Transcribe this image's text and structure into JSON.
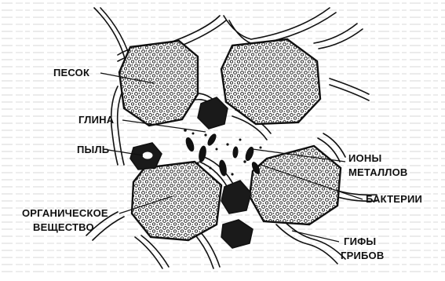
{
  "diagram": {
    "labels": {
      "sand": "ПЕСОК",
      "clay": "ГЛИНА",
      "dust": "ПЫЛЬ",
      "organic_line1": "ОРГАНИЧЕСКОЕ",
      "organic_line2": "ВЕЩЕСТВО",
      "metal_ions_line1": "ИОНЫ",
      "metal_ions_line2": "МЕТАЛЛОВ",
      "bacteria": "БАКТЕРИИ",
      "hyphae_line1": "ГИФЫ",
      "hyphae_line2": "ГРИБОВ"
    },
    "colors": {
      "ink": "#111111",
      "clay_fill": "#1a1a1a",
      "background": "#ffffff",
      "faded_text": "#d8d8d8"
    }
  }
}
